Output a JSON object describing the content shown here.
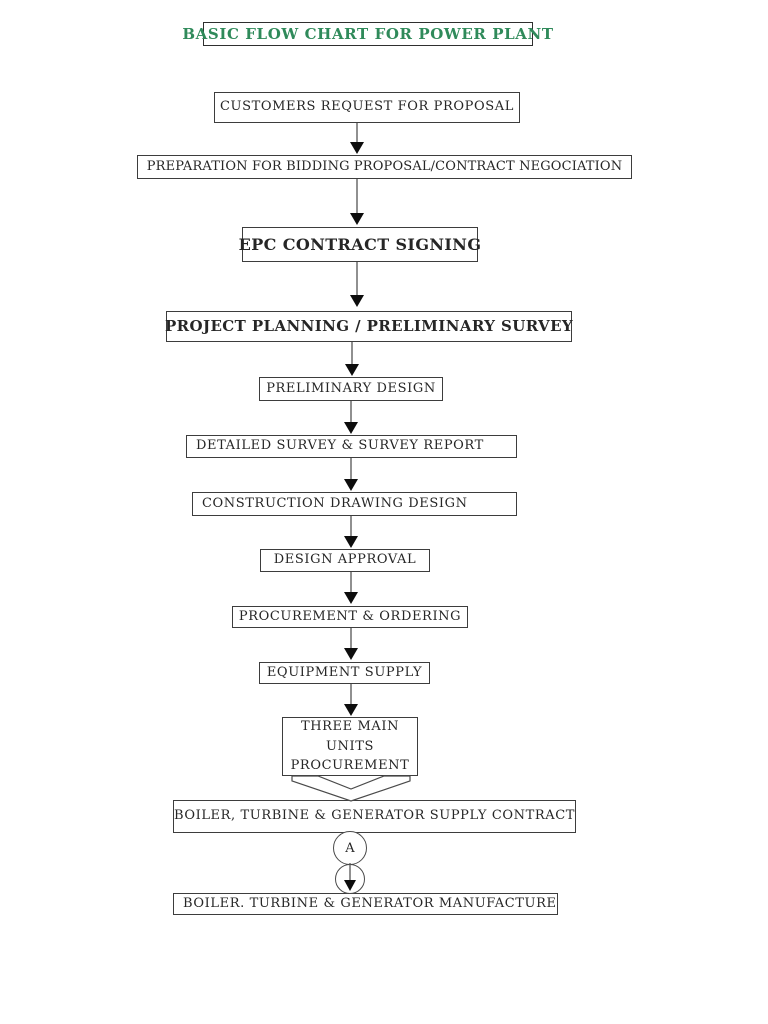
{
  "colors": {
    "title_green": "#2f8a5a",
    "box_border": "#3d3d3d",
    "text": "#262626",
    "connector_line": "#555555",
    "arrowhead": "#0d0d0d",
    "page_background": "#ffffff"
  },
  "title": {
    "label": "BASIC FLOW CHART FOR POWER PLANT"
  },
  "flow": {
    "nodes": [
      {
        "id": "customers-request",
        "label": "CUSTOMERS REQUEST FOR PROPOSAL"
      },
      {
        "id": "bidding-preparation",
        "label": "PREPARATION FOR BIDDING PROPOSAL/CONTRACT NEGOCIATION"
      },
      {
        "id": "epc-contract-signing",
        "label": "EPC CONTRACT SIGNING"
      },
      {
        "id": "project-planning",
        "label": "PROJECT PLANNING / PRELIMINARY SURVEY"
      },
      {
        "id": "preliminary-design",
        "label": "PRELIMINARY DESIGN"
      },
      {
        "id": "detailed-survey",
        "label": "DETAILED SURVEY & SURVEY REPORT"
      },
      {
        "id": "construction-drawing-design",
        "label": "CONSTRUCTION DRAWING DESIGN"
      },
      {
        "id": "design-approval",
        "label": "DESIGN APPROVAL"
      },
      {
        "id": "procurement-ordering",
        "label": "PROCUREMENT & ORDERING"
      },
      {
        "id": "equipment-supply",
        "label": "EQUIPMENT SUPPLY"
      },
      {
        "id": "three-main-units",
        "label": "THREE MAIN UNITS PROCUREMENT",
        "lines": [
          "THREE MAIN",
          "UNITS",
          "PROCUREMENT"
        ]
      },
      {
        "id": "btg-supply-contract",
        "label": "BOILER, TURBINE & GENERATOR SUPPLY CONTRACT"
      },
      {
        "id": "btg-manufacture",
        "label": "BOILER. TURBINE & GENERATOR MANUFACTURE"
      }
    ],
    "connector_label": "A"
  }
}
